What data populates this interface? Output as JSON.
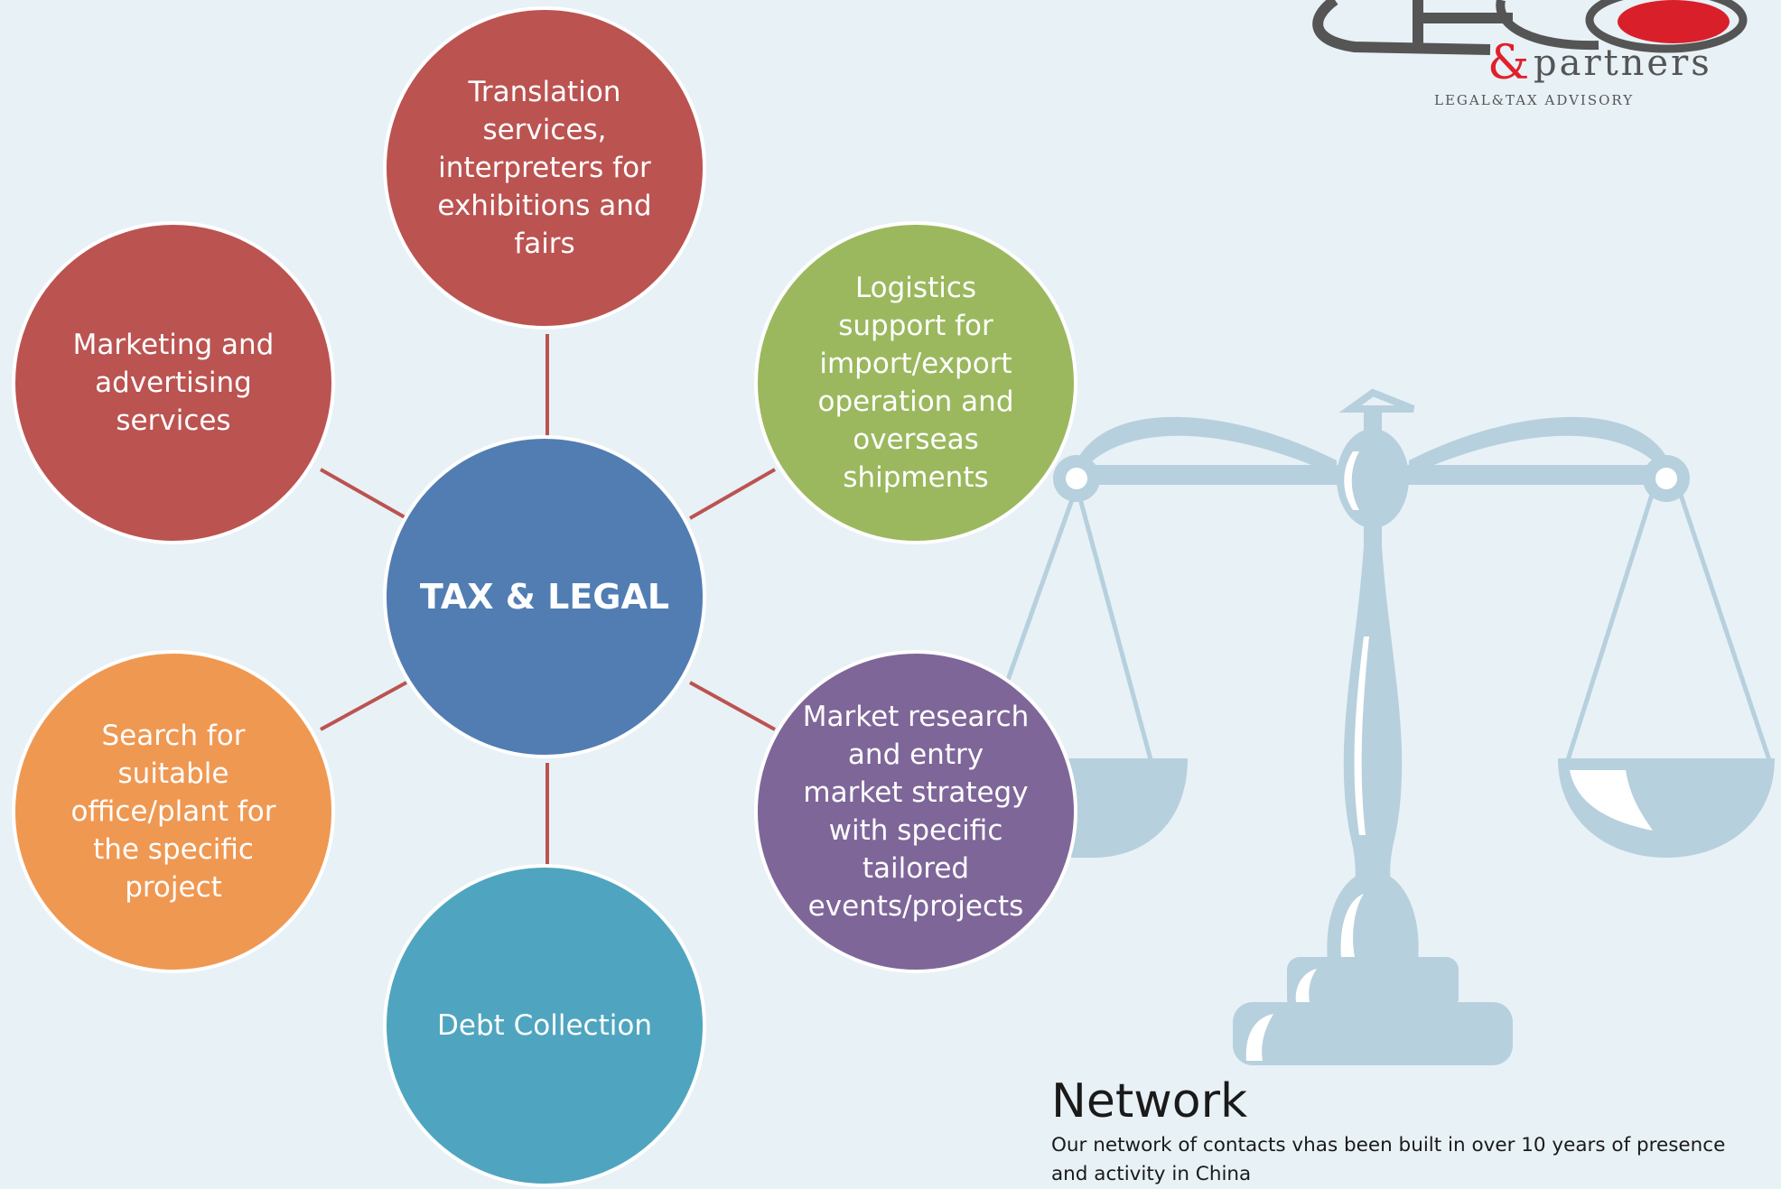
{
  "diagram": {
    "center": {
      "label": "TAX & LEGAL",
      "color": "#517db3"
    },
    "services": [
      {
        "id": "top",
        "label": "Translation\nservices,\ninterpreters for\nexhibitions and\nfairs",
        "color": "#bb5351"
      },
      {
        "id": "upper-left",
        "label": "Marketing and\nadvertising\nservices",
        "color": "#bb5351"
      },
      {
        "id": "upper-right",
        "label": "Logistics\nsupport for\nimport/export\noperation and\noverseas\nshipments",
        "color": "#9bb85e"
      },
      {
        "id": "lower-left",
        "label": "Search for\nsuitable\noffice/plant for\nthe specific\nproject",
        "color": "#ef9852"
      },
      {
        "id": "lower-right",
        "label": "Market research\nand entry\nmarket strategy\nwith specific\ntailored\nevents/projects",
        "color": "#7e6699"
      },
      {
        "id": "bottom",
        "label": "Debt Collection",
        "color": "#4fa5bf"
      }
    ],
    "connector_color": "#bb5351"
  },
  "logo": {
    "amp": "&",
    "name": "partners",
    "subtitle": "LEGAL&TAX ADVISORY",
    "accent_color": "#d9202a"
  },
  "network": {
    "title": "Network",
    "text": "Our network of contacts vhas been built in over 10 years of presence and activity in China"
  },
  "decoration": {
    "icon": "scales-of-justice-icon",
    "color": "#b7d0dd"
  }
}
